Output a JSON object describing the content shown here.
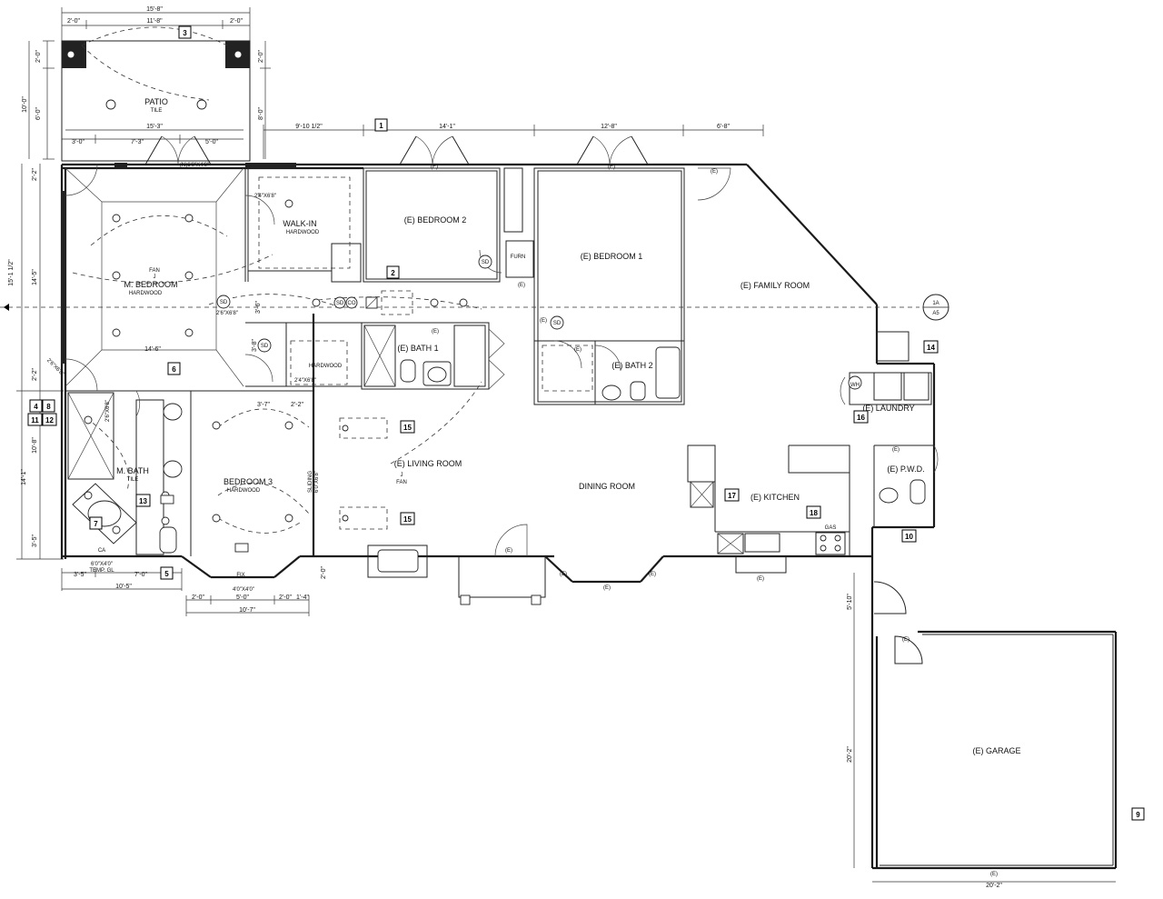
{
  "rooms": {
    "patio": "PATIO",
    "patio_finish": "TILE",
    "walkin": "WALK-IN",
    "walkin_finish": "HARDWOOD",
    "bedroom2": "(E) BEDROOM 2",
    "bedroom1": "(E) BEDROOM 1",
    "family": "(E) FAMILY ROOM",
    "mbedroom": "M. BEDROOM",
    "mbedroom_finish": "HARDWOOD",
    "closet_finish": "HARDWOOD",
    "bath1": "(E) BATH 1",
    "bath2": "(E) BATH 2",
    "laundry": "(E) LAUNDRY",
    "pwd": "(E) P.W.D.",
    "mbath": "M. BATH",
    "mbath_finish": "TILE",
    "bedroom3": "BEDROOM 3",
    "bedroom3_finish": "HARDWOOD",
    "living": "(E) LIVING ROOM",
    "dining": "DINING ROOM",
    "kitchen": "(E) KITCHEN",
    "garage": "(E) GARAGE"
  },
  "tags": [
    "1",
    "2",
    "3",
    "4",
    "5",
    "6",
    "7",
    "8",
    "9",
    "10",
    "11",
    "12",
    "13",
    "14",
    "15",
    "15",
    "16",
    "17",
    "18"
  ],
  "section_marker": {
    "top": "1A",
    "bottom": "A5"
  },
  "labels": {
    "fan": "FAN",
    "j": "J",
    "sd": "SD",
    "sdco": "CO",
    "furn": "FURN",
    "wh": "WH",
    "gas": "GAS",
    "e": "(E)",
    "sliding": "SLIDING",
    "sliding_size": "6'0\"X6'8\"",
    "fix": "FIX",
    "ca": "CA",
    "temp": "TEMP",
    "temp_gl": "TEMP. GL"
  },
  "openings": {
    "patio_door": "(N)6'0\"X4'0\"",
    "walkin_door": "2'4\"X6'8\"",
    "mbed_door": "2'6\"X6'8\"",
    "closet_door": "2'4\"X6'8\"",
    "mbath_door": "2'6\"X6'8\"",
    "corner_door": "2'6\"X6'8\"",
    "bath_window": "6'0\"X4'0\"",
    "bath_window_note": "TEMP. GL",
    "bay_window": "4'0\"X4'0\""
  },
  "dimensions": {
    "top_overall": "15'-8\"",
    "top_left": "2'-0\"",
    "top_mid": "11'-8\"",
    "top_right": "2'-0\"",
    "patio_row1": "3'-0\"",
    "patio_row2": "7'-3\"",
    "patio_row3": "5'-0\"",
    "patio_inner": "15'-3\"",
    "house_top1": "9'-10 1/2\"",
    "house_top2": "14'-1\"",
    "house_top3": "12'-8\"",
    "house_top4": "6'-8\"",
    "left_v1": "2'-0\"",
    "left_v2": "10'-0\"",
    "left_v3": "6'-0\"",
    "left_v4": "15'-1 1/2\"",
    "left_v5": "14'-5\"",
    "left_v6": "2'-2\"",
    "left_v7": "2'-2\"",
    "left_v8": "10'-8\"",
    "left_v9": "14'-1\"",
    "left_v10": "3'-5\"",
    "patio_right_v": "2'-0\"",
    "patio_right_v2": "8'-0\"",
    "mbed_inner": "14'-6\"",
    "closet_w": "3'-7\"",
    "closet_w2": "2'-2\"",
    "bot_1": "3'-5\"",
    "bot_2": "7'-0\"",
    "bot_3": "10'-5\"",
    "bot_4": "2'-0\"",
    "bot_5": "5'-0\"",
    "bot_6": "2'-0\"",
    "bot_7": "1'-4\"",
    "bot_8": "10'-7\"",
    "bed3_v": "2'-0\"",
    "garage_v1": "5'-10\"",
    "garage_v2": "20'-2\"",
    "garage_w": "20'-2\"",
    "mbed_v": "3'-6\"",
    "closet_v": "3'-8\""
  }
}
